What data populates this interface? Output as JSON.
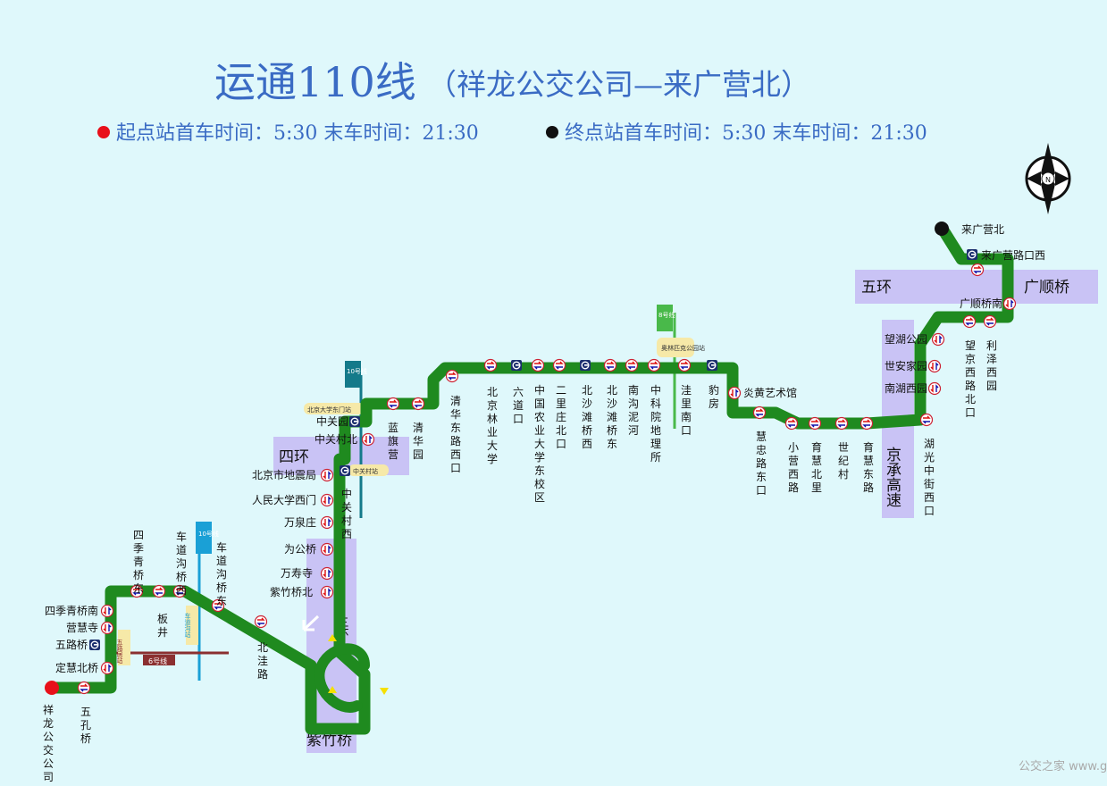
{
  "title": {
    "main": "运通110线",
    "sub": "（祥龙公交公司—来广营北）"
  },
  "schedule": {
    "start_label": "起点站首车时间：5:30  末车时间：21:30",
    "end_label": "终点站首车时间：5:30  末车时间：21:30"
  },
  "compass": {
    "label": "N"
  },
  "zones": {
    "sihuan": "四环",
    "sanhuan": "三环",
    "zizhuqiao": "紫竹桥",
    "wuhuan": "五环",
    "guangshunqiao": "广顺桥",
    "jingcheng": "京承高速"
  },
  "metro": {
    "line10_left": "10号线",
    "line10_mid": "10号线",
    "line8": "8号线",
    "line6": "6号线",
    "wulu_station": "五路居站",
    "chedao_station": "车道沟站",
    "beida_station": "北京大学东门站",
    "zhongguancun_station": "中关村站",
    "olympic_station": "奥林匹克公园站"
  },
  "stations": [
    {
      "name": "祥龙公交公司",
      "terminal": "start"
    },
    {
      "name": "五孔桥"
    },
    {
      "name": "定慧北桥"
    },
    {
      "name": "五路桥",
      "transfer": true
    },
    {
      "name": "营慧寺"
    },
    {
      "name": "四季青桥南"
    },
    {
      "name": "四季青桥东"
    },
    {
      "name": "板井"
    },
    {
      "name": "车道沟桥西",
      "transfer": true
    },
    {
      "name": "车道沟桥东"
    },
    {
      "name": "北洼路"
    },
    {
      "name": "紫竹桥北"
    },
    {
      "name": "万寿寺"
    },
    {
      "name": "为公桥"
    },
    {
      "name": "万泉庄"
    },
    {
      "name": "人民大学西门"
    },
    {
      "name": "北京市地震局"
    },
    {
      "name": "中关村西",
      "transfer": true
    },
    {
      "name": "中关村北"
    },
    {
      "name": "中关园",
      "transfer": true
    },
    {
      "name": "蓝旗营"
    },
    {
      "name": "清华园"
    },
    {
      "name": "清华东路西口"
    },
    {
      "name": "北京林业大学",
      "transfer": true
    },
    {
      "name": "六道口",
      "transfer": true
    },
    {
      "name": "中国农业大学东校区"
    },
    {
      "name": "二里庄北口"
    },
    {
      "name": "北沙滩桥西",
      "transfer": true
    },
    {
      "name": "北沙滩桥东"
    },
    {
      "name": "南沟泥河"
    },
    {
      "name": "中科院地理所"
    },
    {
      "name": "洼里南口",
      "transfer": true
    },
    {
      "name": "豹房",
      "transfer": true
    },
    {
      "name": "炎黄艺术馆"
    },
    {
      "name": "慧忠路东口"
    },
    {
      "name": "小营西路"
    },
    {
      "name": "育慧北里"
    },
    {
      "name": "世纪村"
    },
    {
      "name": "育慧东路"
    },
    {
      "name": "湖光中街西口"
    },
    {
      "name": "南湖西园"
    },
    {
      "name": "世安家园"
    },
    {
      "name": "望湖公园"
    },
    {
      "name": "望京西路北口"
    },
    {
      "name": "利泽西园"
    },
    {
      "name": "广顺桥南"
    },
    {
      "name": "来广营路口西",
      "transfer": true
    },
    {
      "name": "来广营北",
      "terminal": "end"
    }
  ],
  "colors": {
    "background": "#dff8fb",
    "route": "#1f8a1f",
    "title": "#3a6bc4",
    "zone": "#c9c3f5",
    "start_dot": "#e8101a",
    "end_dot": "#111111",
    "line10": "#1aa0d6",
    "line8": "#49b94a",
    "line6": "#8b3030"
  },
  "watermark": "公交之家 www.gongjiaomi.com"
}
